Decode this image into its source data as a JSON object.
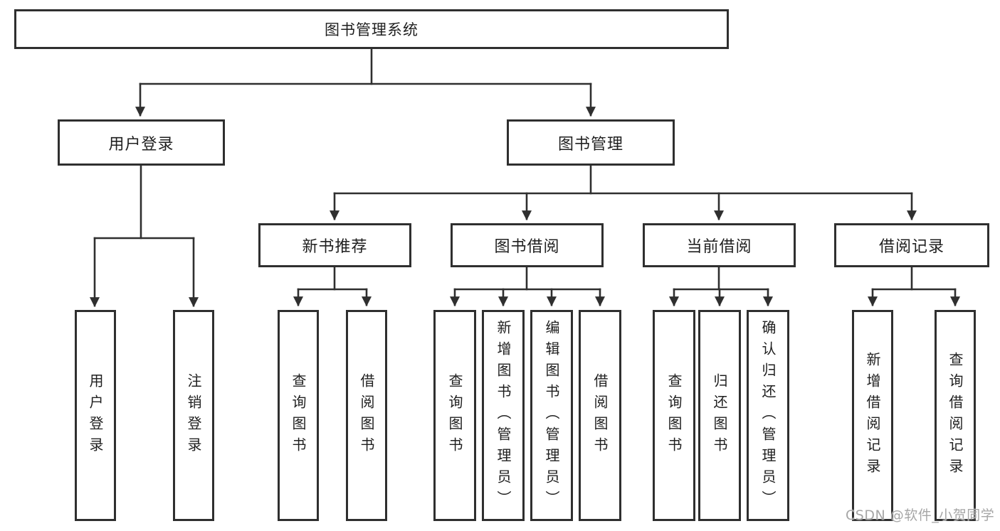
{
  "colors": {
    "line": "#2f2f2f",
    "text": "#1f1f1f",
    "box_fill": "#ffffff",
    "background": "#ffffff",
    "watermark": "#a6a6a6"
  },
  "watermark": {
    "text": "CSDN @软件_小贺同学"
  },
  "tree": {
    "root": "图书管理系统",
    "children": [
      {
        "label": "用户登录",
        "children": [
          "用户登录",
          "注销登录"
        ]
      },
      {
        "label": "图书管理",
        "children": [
          {
            "label": "新书推荐",
            "children": [
              "查询图书",
              "借阅图书"
            ]
          },
          {
            "label": "图书借阅",
            "children": [
              "查询图书",
              "新增图书（管理员）",
              "编辑图书（管理员）",
              "借阅图书"
            ]
          },
          {
            "label": "当前借阅",
            "children": [
              "查询图书",
              "归还图书",
              "确认归还（管理员）"
            ]
          },
          {
            "label": "借阅记录",
            "children": [
              "新增借阅记录",
              "查询借阅记录"
            ]
          }
        ]
      }
    ]
  }
}
